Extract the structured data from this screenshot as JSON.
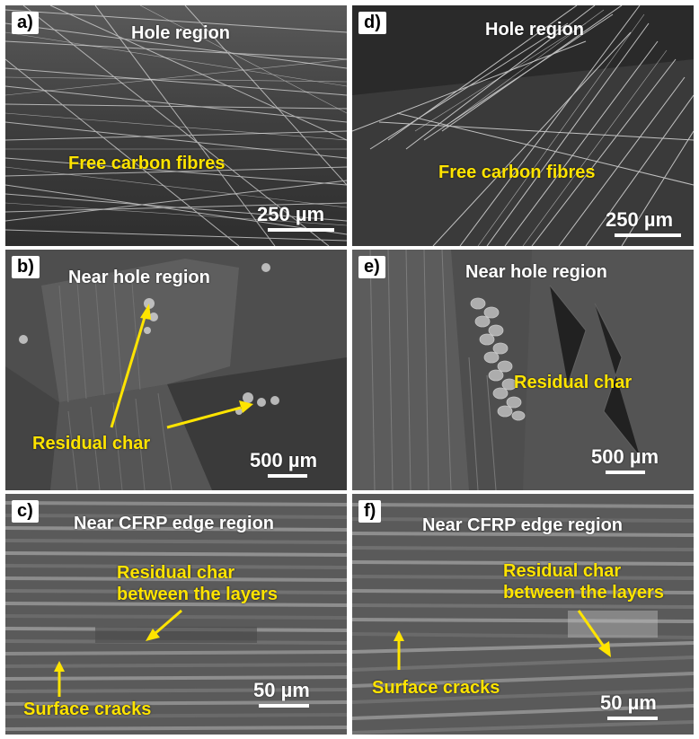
{
  "panels": {
    "a": {
      "label": "a)",
      "region": "Hole region",
      "annotations": [
        "Free carbon fibres"
      ],
      "scale_label": "250 µm"
    },
    "b": {
      "label": "b)",
      "region": "Near hole region",
      "annotations": [
        "Residual char"
      ],
      "scale_label": "500 µm"
    },
    "c": {
      "label": "c)",
      "region": "Near CFRP edge region",
      "annotations": [
        "Residual char",
        "between the layers",
        "Surface cracks"
      ],
      "scale_label": "50 µm"
    },
    "d": {
      "label": "d)",
      "region": "Hole region",
      "annotations": [
        "Free carbon fibres"
      ],
      "scale_label": "250 µm"
    },
    "e": {
      "label": "e)",
      "region": "Near hole region",
      "annotations": [
        "Residual char"
      ],
      "scale_label": "500 µm"
    },
    "f": {
      "label": "f)",
      "region": "Near CFRP edge region",
      "annotations": [
        "Residual char",
        "between the layers",
        "Surface cracks"
      ],
      "scale_label": "50 µm"
    }
  },
  "colors": {
    "annotation": "#ffe400",
    "region_text": "#ffffff",
    "label_bg": "#ffffff"
  }
}
